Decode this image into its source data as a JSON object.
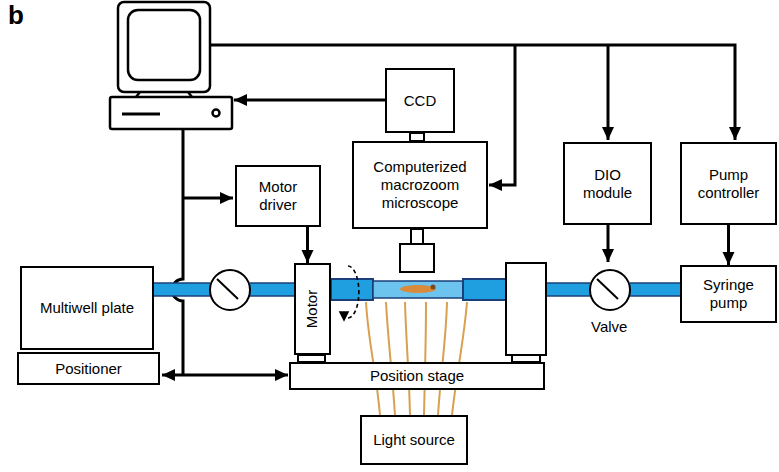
{
  "diagram": {
    "nodes": [
      {
        "text": [
          "CCD"
        ]
      },
      {
        "text": [
          "Computerized macrozoom microscope"
        ]
      },
      {
        "text": [
          "Motor driver"
        ]
      },
      {
        "text": [
          "DIO module"
        ]
      },
      {
        "text": [
          "Pump controller"
        ]
      },
      {
        "text": [
          "Multiwell plate"
        ]
      },
      {
        "text": [
          "Positioner"
        ]
      },
      {
        "text": [
          "Motor"
        ]
      },
      {
        "text": [
          "Syringe pump"
        ]
      },
      {
        "text": [
          "Position stage"
        ]
      },
      {
        "text": [
          "Light source"
        ]
      }
    ],
    "edges": [
      {
        "from": 2,
        "to": 7,
        "arrow": "to"
      },
      {
        "from": 4,
        "to": 8,
        "arrow": "to"
      }
    ],
    "labels": [
      "b",
      "Valve"
    ]
  }
}
